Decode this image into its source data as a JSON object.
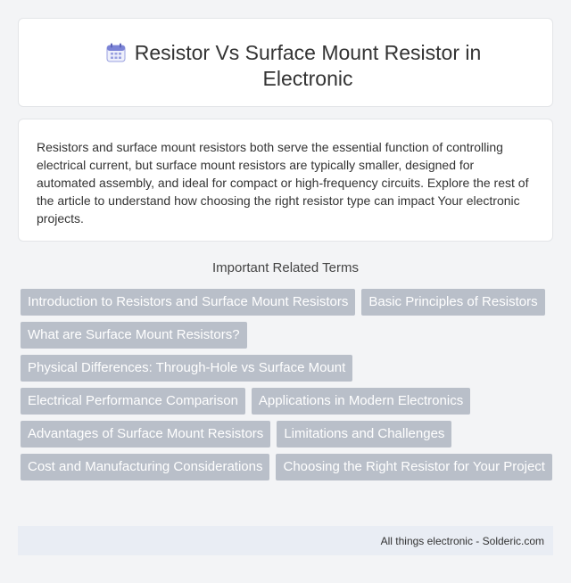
{
  "header": {
    "icon": "calendar-icon",
    "title": "Resistor Vs Surface Mount Resistor in Electronic"
  },
  "intro": {
    "text": "Resistors and surface mount resistors both serve the essential function of controlling electrical current, but surface mount resistors are typically smaller, designed for automated assembly, and ideal for compact or high-frequency circuits. Explore the rest of the article to understand how choosing the right resistor type can impact Your electronic projects."
  },
  "related": {
    "heading": "Important Related Terms",
    "tags": [
      "Introduction to Resistors and Surface Mount Resistors",
      "Basic Principles of Resistors",
      "What are Surface Mount Resistors?",
      "Physical Differences: Through-Hole vs Surface Mount",
      "Electrical Performance Comparison",
      "Applications in Modern Electronics",
      "Advantages of Surface Mount Resistors",
      "Limitations and Challenges",
      "Cost and Manufacturing Considerations",
      "Choosing the Right Resistor for Your Project"
    ]
  },
  "footer": {
    "text": "All things electronic - Solderic.com"
  },
  "colors": {
    "tag_bg": "#b9bfc9",
    "footer_bg": "#e9edf4",
    "icon_accent": "#7b83d6"
  }
}
